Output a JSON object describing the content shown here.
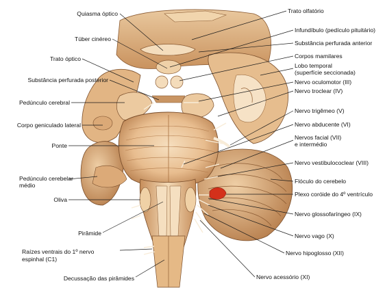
{
  "labels": {
    "left": {
      "quiasma_optico": "Quiasma óptico",
      "tuber_cinereo": "Túber cinéreo",
      "trato_optico": "Trato óptico",
      "subst_perf_posterior": "Substância perfurada posterior",
      "pedunculo_cerebral": "Pedúnculo cerebral",
      "corpo_geniculado": "Corpo geniculado lateral",
      "ponte": "Ponte",
      "ped_cerebelar_1": "Pedúnculo cerebelar",
      "ped_cerebelar_2": "médio",
      "oliva": "Oliva",
      "piramide": "Pirâmide",
      "raizes_1": "Raízes ventrais do 1º nervo",
      "raizes_2": "espinhal (C1)",
      "decussacao": "Decussação das pirâmides"
    },
    "right": {
      "trato_olfatorio": "Trato olfatório",
      "infundibulo": "Infundíbulo (pedículo pituitário)",
      "subst_perf_anterior": "Substância perfurada anterior",
      "corpos_mamilares": "Corpos mamilares",
      "lobo_temporal_1": "Lobo temporal",
      "lobo_temporal_2": "(superfície seccionada)",
      "oculomotor": "Nervo oculomotor (III)",
      "troclear": "Nervo troclear (IV)",
      "trigemeo": "Nervo trigêmeo (V)",
      "abducente": "Nervo abducente (VI)",
      "facial_1": "Nervos facial (VII)",
      "facial_2": "e intermédio",
      "vestibulococlear": "Nervo vestibulococlear (VIII)",
      "floculo": "Flóculo do cerebelo",
      "plexo": "Plexo coróide do 4º ventrículo",
      "glossofaringeo": "Nervo glossofaríngeo (IX)",
      "vago": "Nervo vago (X)",
      "hipoglosso": "Nervo hipoglosso (XII)",
      "acessorio": "Nervo acessório (XI)"
    }
  },
  "colors": {
    "tissue_light": "#f3d9b6",
    "tissue_mid": "#e7b98a",
    "tissue_dark": "#b57d4d",
    "shadow": "#6b4226",
    "plexus": "#d4301a",
    "leader": "#1a1a1a"
  }
}
